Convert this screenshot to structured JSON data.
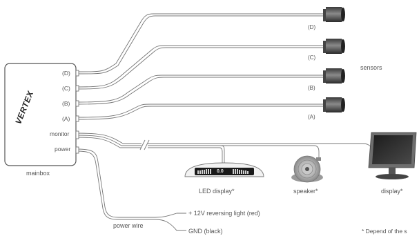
{
  "mainbox": {
    "brand": "VERTEX",
    "ports": [
      "(D)",
      "(C)",
      "(B)",
      "(A)",
      "monitor",
      "power"
    ],
    "label": "mainbox"
  },
  "sensors": {
    "label": "sensors",
    "items": [
      "(D)",
      "(C)",
      "(B)",
      "(A)"
    ]
  },
  "led_display": {
    "reading": "0.0",
    "label": "LED display*"
  },
  "speaker": {
    "label": "speaker*"
  },
  "display": {
    "label": "display*"
  },
  "power_wire": {
    "label": "power wire",
    "red": "+ 12V reversing light (red)",
    "black": "GND (black)"
  },
  "footnote": "* Depend of the s"
}
